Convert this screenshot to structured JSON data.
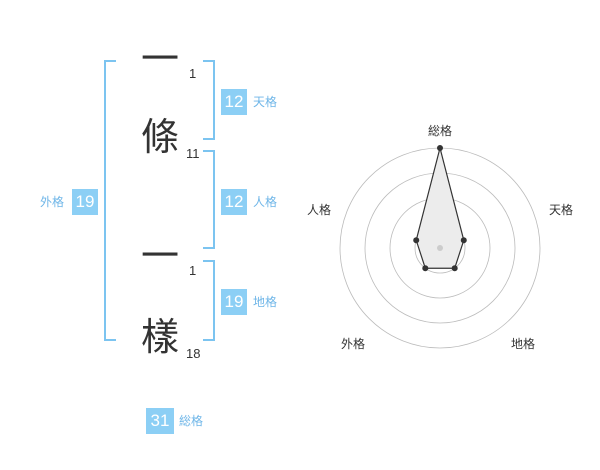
{
  "name": {
    "chars": [
      {
        "char": "一",
        "strokes": "1"
      },
      {
        "char": "條",
        "strokes": "11"
      },
      {
        "char": "一",
        "strokes": "1"
      },
      {
        "char": "樣",
        "strokes": "18"
      }
    ]
  },
  "kakusu": {
    "tenkaku": {
      "value": "12",
      "label": "天格"
    },
    "jinkaku": {
      "value": "12",
      "label": "人格"
    },
    "chikaku": {
      "value": "19",
      "label": "地格"
    },
    "gaikaku": {
      "value": "19",
      "label": "外格"
    },
    "soukaku": {
      "value": "31",
      "label": "総格"
    }
  },
  "radar": {
    "axes": [
      "総格",
      "天格",
      "地格",
      "外格",
      "人格"
    ],
    "levels": 4,
    "values": [
      4,
      1,
      1,
      1,
      1
    ],
    "max": 4,
    "grid_color": "#bbbbbb",
    "fill_color": "#ececec",
    "line_color": "#333333"
  }
}
